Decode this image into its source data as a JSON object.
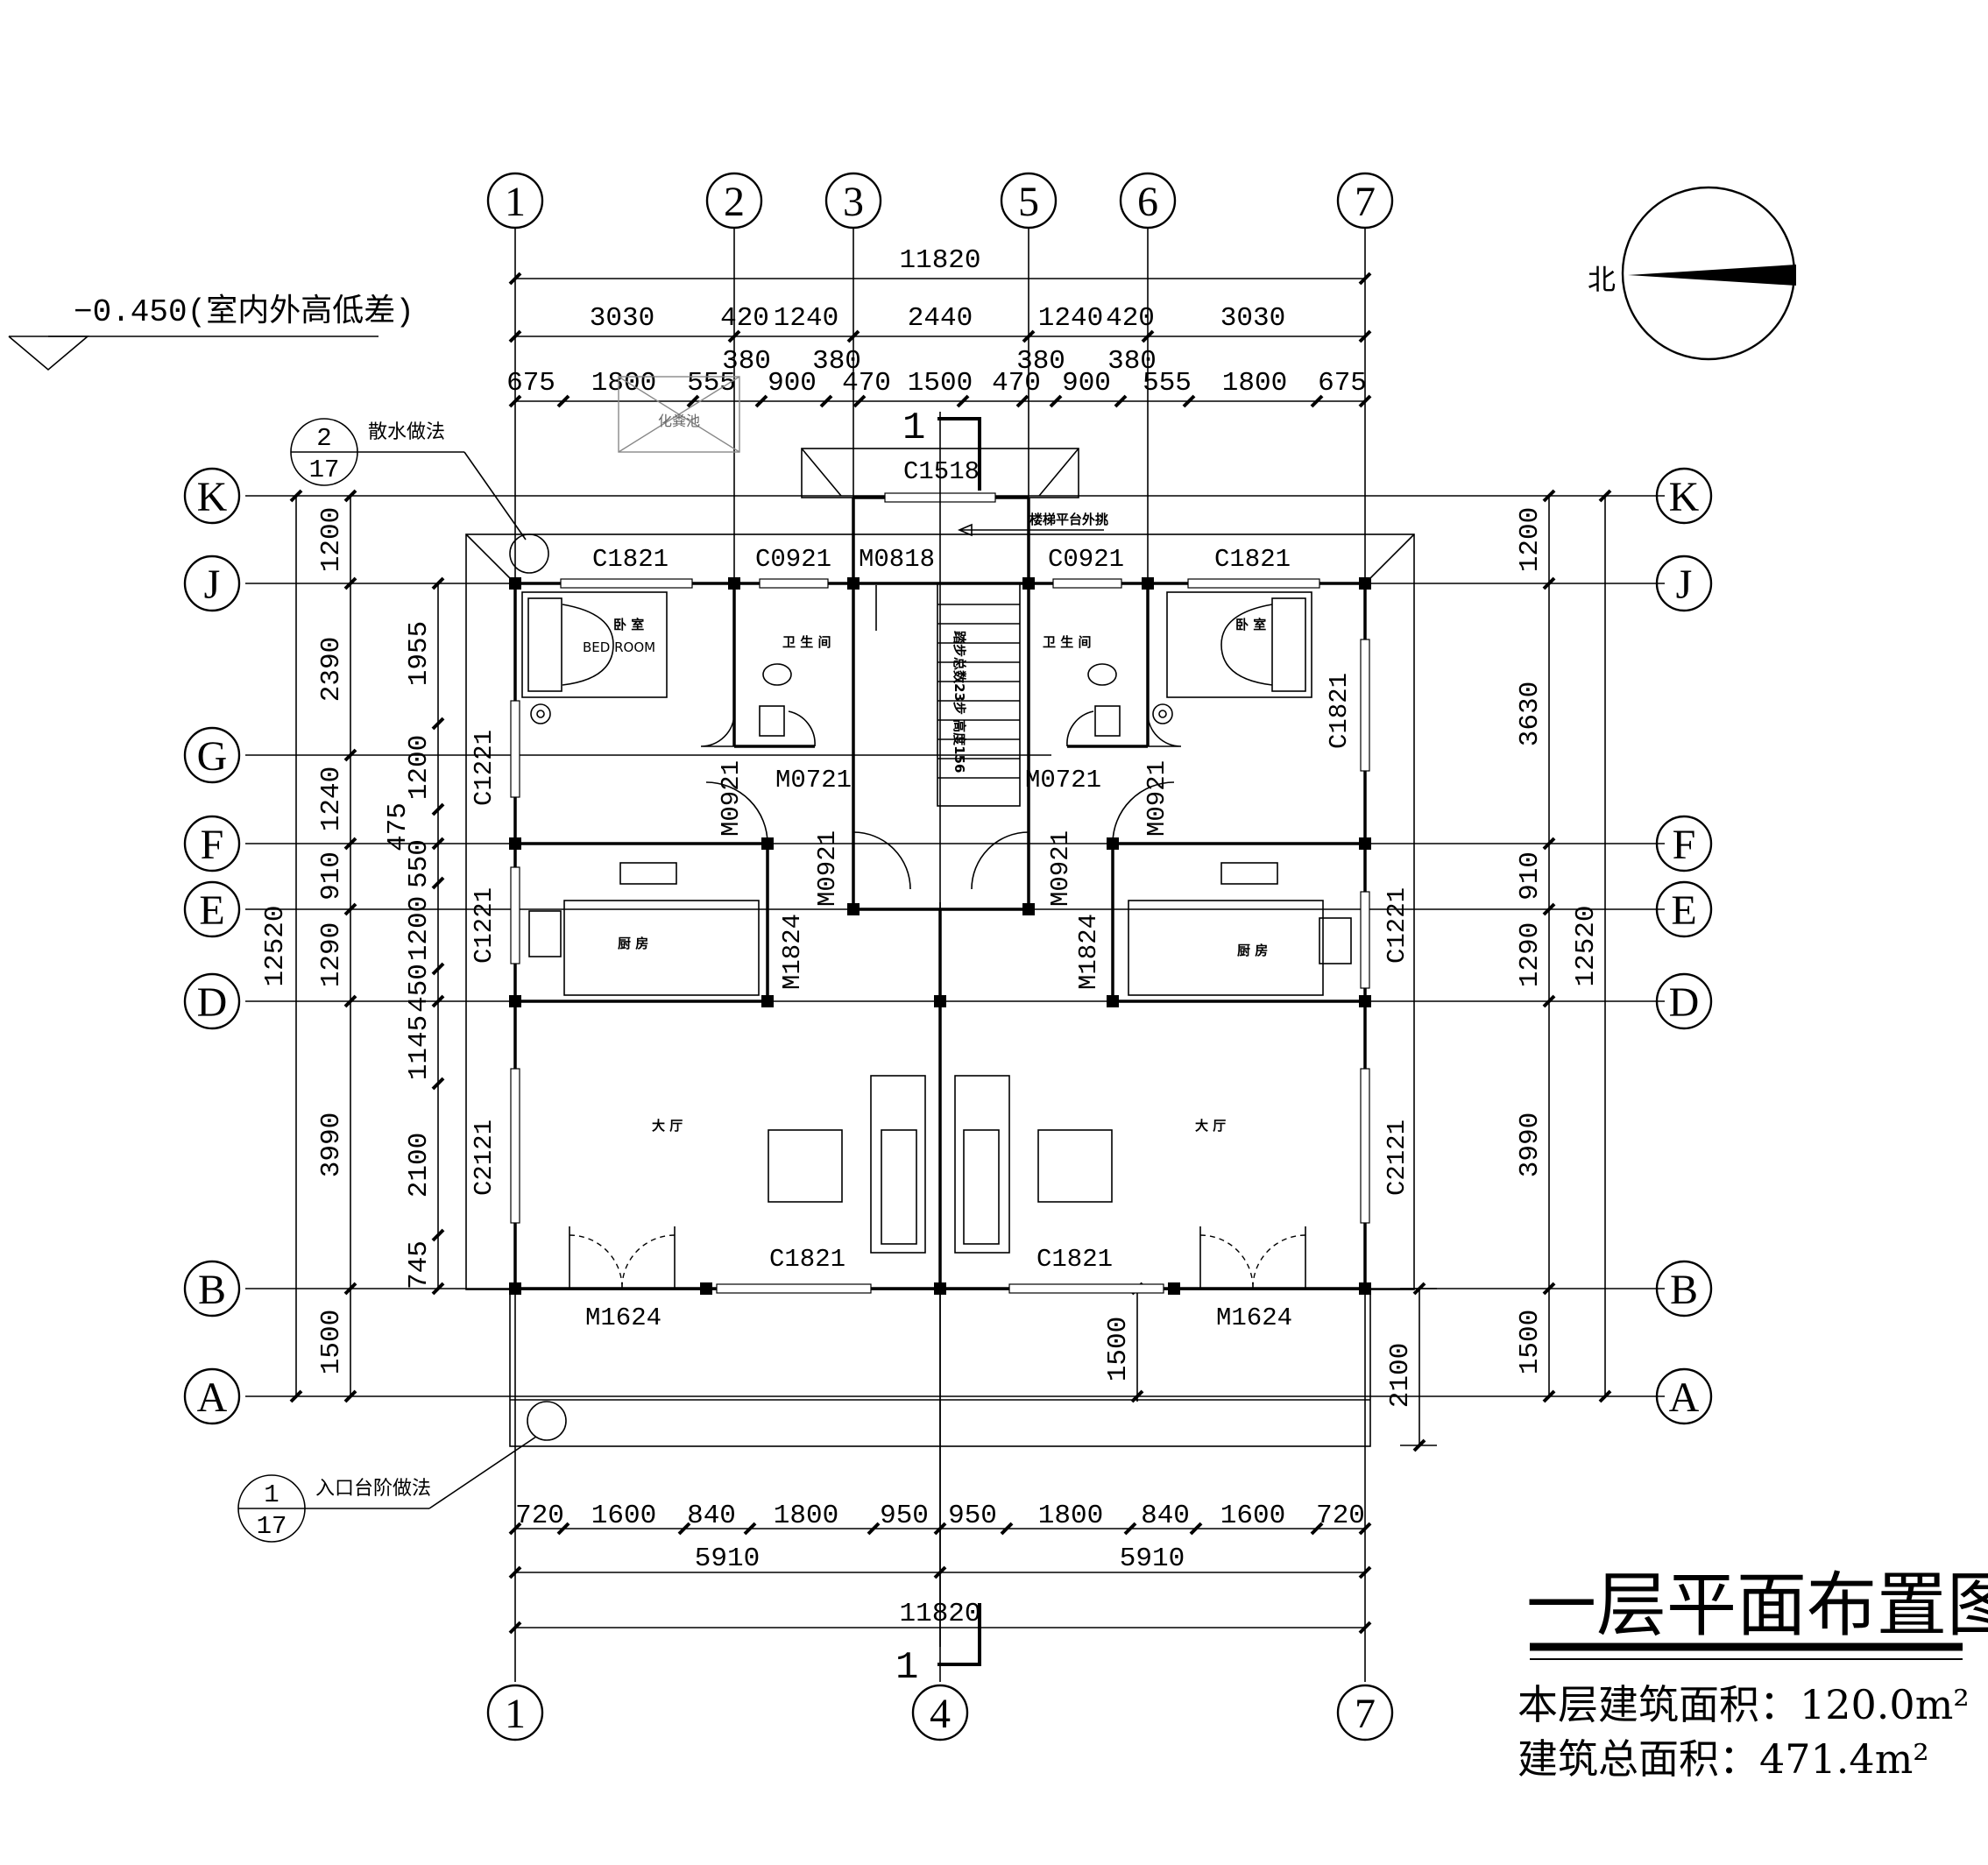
{
  "title": "一层平面布置图",
  "floor_area": "本层建筑面积：120.0m²",
  "total_area": "建筑总面积：471.4m²",
  "elevation_note": "−0.450(室内外高低差)",
  "north_label": "北",
  "notes": {
    "apron_ref_num": "2",
    "apron_ref_den": "17",
    "apron_label": "散水做法",
    "steps_ref_num": "1",
    "steps_ref_den": "17",
    "steps_label": "入口台阶做法",
    "septic": "化粪池",
    "stair_overhang": "楼梯平台外挑",
    "stair_info": "踏步总数23步  高度156",
    "section_mark": "1"
  },
  "axes": {
    "top": [
      "1",
      "2",
      "3",
      "5",
      "6",
      "7"
    ],
    "bottom": [
      "1",
      "4",
      "7"
    ],
    "left": [
      "K",
      "J",
      "G",
      "F",
      "E",
      "D",
      "B",
      "A"
    ],
    "right": [
      "K",
      "J",
      "F",
      "E",
      "D",
      "B",
      "A"
    ]
  },
  "dimensions": {
    "top_total": "11820",
    "top_mid": [
      "3030",
      "420",
      "1240",
      "2440",
      "1240",
      "420",
      "3030"
    ],
    "top_fine": [
      "675",
      "1800",
      "555",
      "380",
      "900",
      "380",
      "470",
      "1500",
      "470",
      "380",
      "900",
      "380",
      "555",
      "1800",
      "675"
    ],
    "bottom_fine": [
      "720",
      "1600",
      "840",
      "1800",
      "950",
      "950",
      "1800",
      "840",
      "1600",
      "720"
    ],
    "bottom_halves": [
      "5910",
      "5910"
    ],
    "bottom_total": "11820",
    "left_outer": [
      "12520"
    ],
    "left_mid": [
      "1200",
      "2390",
      "1240",
      "910",
      "1290",
      "3990",
      "1500"
    ],
    "left_inner": [
      "1955",
      "1200",
      "475",
      "550",
      "1200",
      "450",
      "1145",
      "2100",
      "745"
    ],
    "right_outer": [
      "12520"
    ],
    "right_mid": [
      "1200",
      "3630",
      "910",
      "1290",
      "3990",
      "1500"
    ],
    "right_extra": [
      "1500",
      "2100"
    ]
  },
  "windows": [
    "C1518",
    "C1821",
    "C0921",
    "C0921",
    "C1821",
    "C1221",
    "C1221",
    "C2121",
    "C1821",
    "C1821",
    "C2121",
    "C1221",
    "C1821"
  ],
  "doors": [
    "M0818",
    "M0721",
    "M0721",
    "M0921",
    "M0921",
    "M0921",
    "M0921",
    "M1824",
    "M1824",
    "M1624",
    "M1624"
  ],
  "rooms": {
    "bedroom": "卧 室",
    "bedroom_en": "BED   ROOM",
    "bathroom": "卫 生 间",
    "kitchen": "厨 房",
    "hall": "大 厅"
  }
}
